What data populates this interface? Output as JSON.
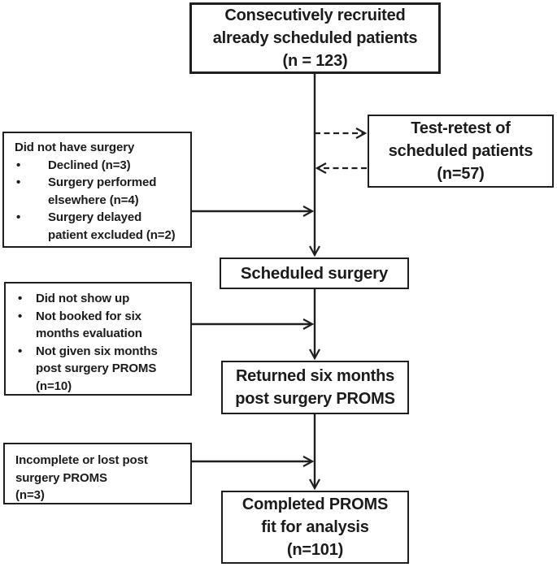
{
  "figure": {
    "kind": "patient recruitment flowchart"
  },
  "glyphs": {
    "bullet": "•"
  },
  "colors": {
    "line": "#1f1f1f",
    "text": "#1b1b1b",
    "background": "#ffffff"
  },
  "boxes": {
    "recruited": {
      "lines": [
        "Consecutively recruited",
        "already scheduled patients",
        "(n = 123)"
      ]
    },
    "test_retest": {
      "lines": [
        "Test-retest of",
        "scheduled patients",
        "(n=57)"
      ]
    },
    "no_surgery": {
      "header": "Did not have surgery",
      "items": [
        "Declined (n=3)",
        "Surgery performed\nelsewhere (n=4)",
        "Surgery delayed\npatient excluded (n=2)"
      ]
    },
    "scheduled_surgery": {
      "label": "Scheduled surgery"
    },
    "no_followup": {
      "items": [
        "Did not show up",
        "Not booked for six\nmonths evaluation",
        "Not given six months\npost surgery PROMS\n(n=10)"
      ]
    },
    "returned": {
      "lines": [
        "Returned six months",
        "post surgery PROMS"
      ]
    },
    "incomplete": {
      "text": "Incomplete or lost post\nsurgery PROMS\n(n=3)"
    },
    "completed": {
      "lines": [
        "Completed PROMS",
        "fit for analysis",
        "(n=101)"
      ]
    }
  }
}
